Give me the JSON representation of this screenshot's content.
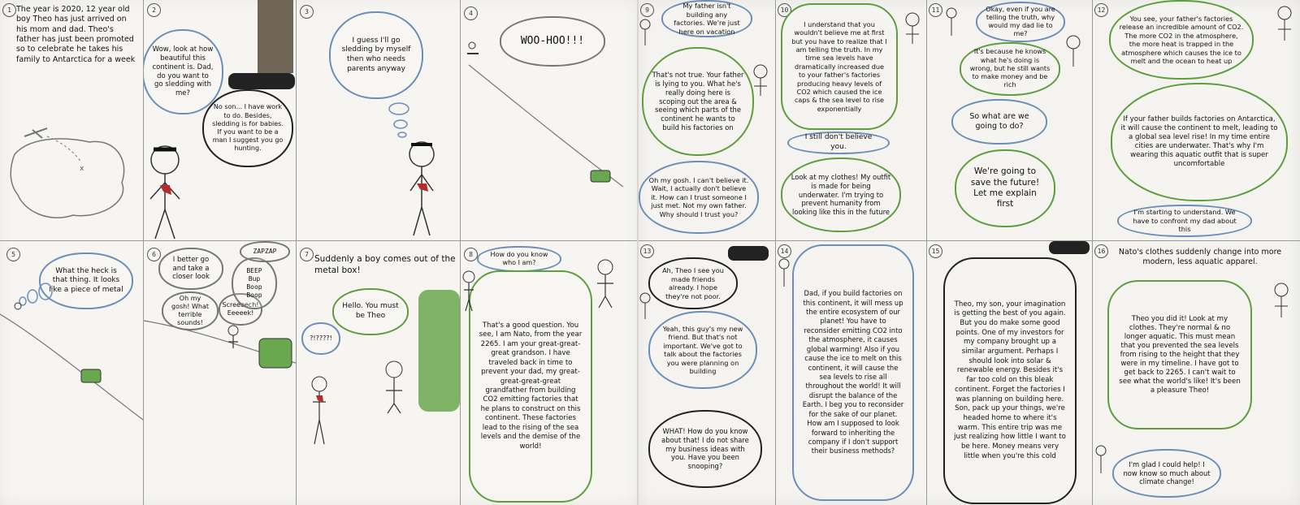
{
  "panels": {
    "p1": {
      "number": "1",
      "caption": "The year is 2020, 12 year old boy Theo has just arrived on his mom and dad. Theo's father has just been promoted so to celebrate he takes his family to Antarctica for a week"
    },
    "p2": {
      "number": "2",
      "theo": "Wow, look at how beautiful this continent is. Dad, do you want to go sledding with me?",
      "dad": "No son... I have work to do. Besides, sledding is for babies. If you want to be a man I suggest you go hunting."
    },
    "p3": {
      "number": "3",
      "thought": "I guess I'll go sledding by myself then who needs parents anyway"
    },
    "p4": {
      "number": "4",
      "shout": "WOO-HOO!!!"
    },
    "p5": {
      "number": "5",
      "thought": "What the heck is that thing. It looks like a piece of metal"
    },
    "p6": {
      "number": "6",
      "b1": "I better go and take a closer look",
      "b2": "Oh my gosh! What terrible sounds!",
      "b3": "Screeeech! Eeeeek!",
      "b4": "BEEP Bup Boop Boop",
      "b5": "ZAPZAP"
    },
    "p7": {
      "number": "7",
      "caption": "Suddenly a boy comes out of the metal box!",
      "nato": "Hello. You must be Theo",
      "theo": "?!????!"
    },
    "p8": {
      "number": "8",
      "theo": "How do you know who I am?",
      "nato": "That's a good question. You see, I am Nato, from the year 2265. I am your great-great-great grandson. I have traveled back in time to prevent your dad, my great-great-great-great grandfather from building CO2 emitting factories that he plans to construct on this continent. These factories lead to the rising of the sea levels and the demise of the world!"
    },
    "p9": {
      "number": "9",
      "theo": "My father isn't building any factories. We're just here on vacation",
      "nato": "That's not true. Your father is lying to you. What he's really doing here is scoping out the area & seeing which parts of the continent he wants to build his factories on",
      "theo2": "Oh my gosh. I can't believe it. Wait, I actually don't believe it. How can I trust someone I just met. Not my own father. Why should I trust you?"
    },
    "p10": {
      "number": "10",
      "nato": "I understand that you wouldn't believe me at first but you have to realize that I am telling the truth. In my time sea levels have dramatically increased due to your father's factories producing heavy levels of CO2 which caused the ice caps & the sea level to rise exponentially",
      "theo": "I still don't believe you.",
      "nato2": "Look at my clothes! My outfit is made for being underwater. I'm trying to prevent humanity from looking like this in the future"
    },
    "p11": {
      "number": "11",
      "theo": "Okay, even if you are telling the truth, why would my dad lie to me?",
      "nato": "It's because he knows what he's doing is wrong, but he still wants to make money and be rich",
      "theo2": "So what are we going to do?",
      "nato2": "We're going to save the future! Let me explain first"
    },
    "p12": {
      "number": "12",
      "nato": "You see, your father's factories release an incredible amount of CO2. The more CO2 in the atmosphere, the more heat is trapped in the atmosphere which causes the ice to melt and the ocean to heat up",
      "nato2": "If your father builds factories on Antarctica, it will cause the continent to melt, leading to a global sea level rise! In my time entire cities are underwater. That's why I'm wearing this aquatic outfit that is super uncomfortable",
      "theo": "I'm starting to understand. We have to confront my dad about this"
    },
    "p13": {
      "number": "13",
      "dad": "Ah, Theo I see you made friends already. I hope they're not poor.",
      "theo": "Yeah, this guy's my new friend. But that's not important. We've got to talk about the factories you were planning on building",
      "dad2": "WHAT! How do you know about that! I do not share my business ideas with you. Have you been snooping?"
    },
    "p14": {
      "number": "14",
      "theo": "Dad, if you build factories on this continent, it will mess up the entire ecosystem of our planet! You have to reconsider emitting CO2 into the atmosphere, it causes global warming! Also if you cause the ice to melt on this continent, it will cause the sea levels to rise all throughout the world! It will disrupt the balance of the Earth. I beg you to reconsider for the sake of our planet. How am I supposed to look forward to inheriting the company if I don't support their business methods?"
    },
    "p15": {
      "number": "15",
      "dad": "Theo, my son, your imagination is getting the best of you again. But you do make some good points. One of my investors for my company brought up a similar argument. Perhaps I should look into solar & renewable energy. Besides it's far too cold on this bleak continent. Forget the factories I was planning on building here. Son, pack up your things, we're headed home to where it's warm. This entire trip was me just realizing how little I want to be here. Money means very little when you're this cold"
    },
    "p16": {
      "number": "16",
      "caption": "Nato's clothes suddenly change into more modern, less aquatic apparel.",
      "nato": "Theo you did it! Look at my clothes. They're normal & no longer aquatic. This must mean that you prevented the sea levels from rising to the height that they were in my timeline. I have got to get back to 2265. I can't wait to see what the world's like! It's been a pleasure Theo!",
      "theo": "I'm glad I could help! I now know so much about climate change!"
    }
  }
}
